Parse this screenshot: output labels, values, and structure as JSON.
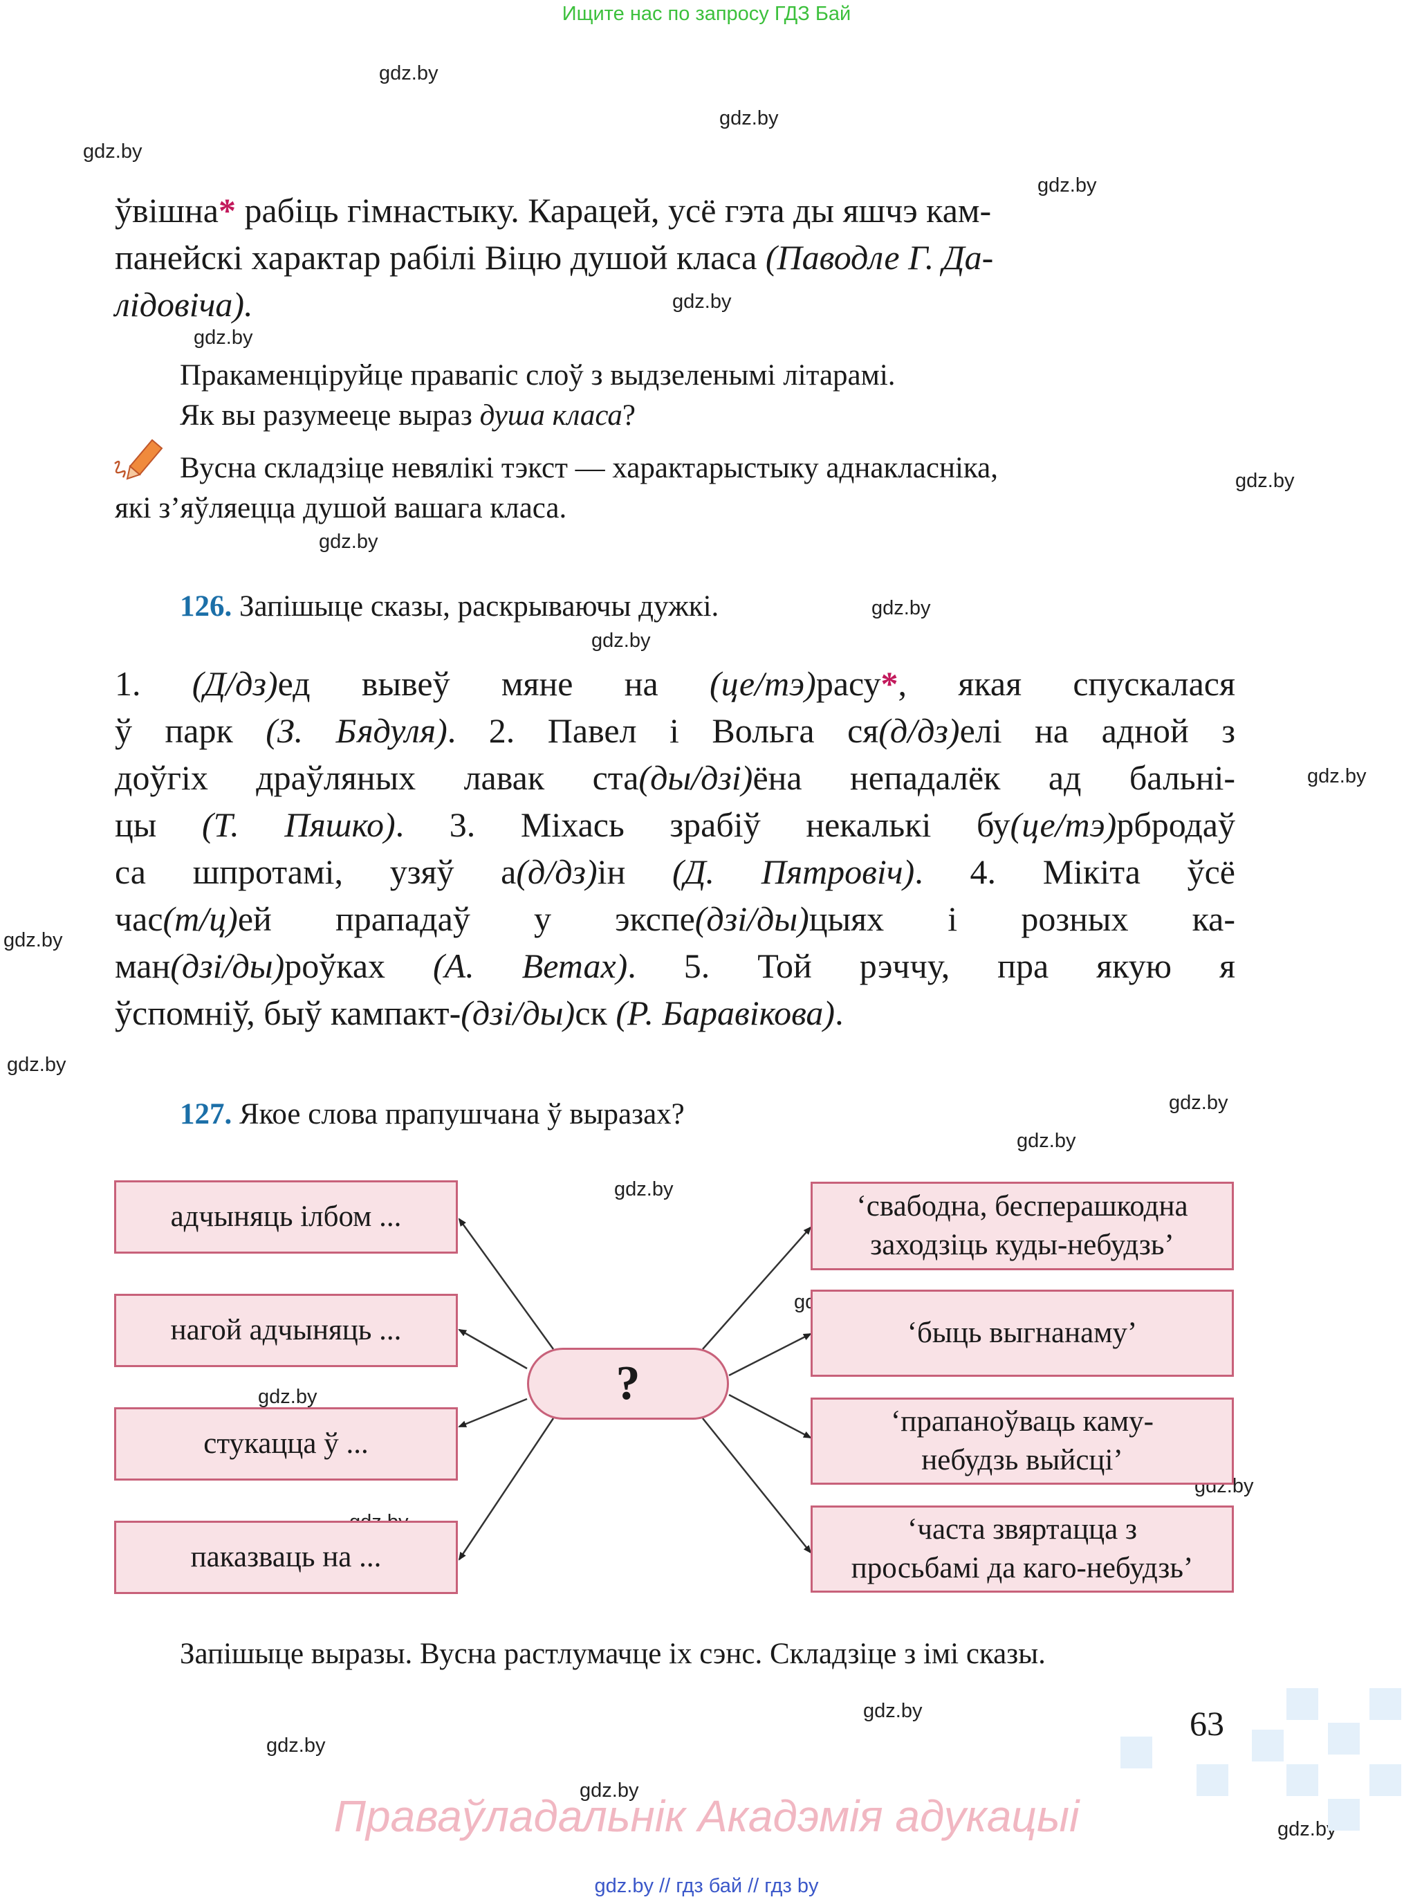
{
  "banner": "Ищите нас по запросу ГДЗ Бай",
  "watermark": "gdz.by",
  "intro": {
    "line1_a": "ўвішна",
    "star": "*",
    "line1_b": " рабіць гімнастыку. Карацей, усё гэта ды яшчэ кам-",
    "line2_a": "панейскі характар рабілі Віцю душой класа ",
    "line2_b": "(Паводле Г. Да-",
    "line3": "лідовіча).",
    "task1": "Пракаменціруйце правапіс слоў з выдзеленымі літарамі.",
    "task2_a": "Як вы разумееце выраз ",
    "task2_b": "душа класа",
    "task2_c": "?",
    "task3_line1": "Вусна складзіце невялікі тэкст — характарыстыку аднакласніка,",
    "task3_line2": "які з’яўляецца душой вашага класа."
  },
  "ex126": {
    "number": "126.",
    "instruction": " Запішыце сказы, раскрываючы дужкі.",
    "lines": [
      [
        {
          "t": "1. "
        },
        {
          "t": "(Д/дз)",
          "i": true
        },
        {
          "t": "ед вывеў мяне на "
        },
        {
          "t": "(це/тэ)",
          "i": true
        },
        {
          "t": "расу"
        },
        {
          "t": "*",
          "s": true
        },
        {
          "t": ", якая спускалася"
        }
      ],
      [
        {
          "t": "ў парк "
        },
        {
          "t": "(З. Бядуля)",
          "i": true
        },
        {
          "t": ". 2. Павел і Вольга ся"
        },
        {
          "t": "(д/дз)",
          "i": true
        },
        {
          "t": "елі на адной з"
        }
      ],
      [
        {
          "t": "доўгіх драўляных лавак ста"
        },
        {
          "t": "(ды/дзі)",
          "i": true
        },
        {
          "t": "ёна непадалёк ад бальні-"
        }
      ],
      [
        {
          "t": "цы "
        },
        {
          "t": "(Т. Пяшко)",
          "i": true
        },
        {
          "t": ". 3. Міхась зрабіў некалькі бу"
        },
        {
          "t": "(це/тэ)",
          "i": true
        },
        {
          "t": "рбродаў"
        }
      ],
      [
        {
          "t": "са шпротамі, узяў а"
        },
        {
          "t": "(д/дз)",
          "i": true
        },
        {
          "t": "ін "
        },
        {
          "t": "(Д. Пятровіч)",
          "i": true
        },
        {
          "t": ". 4. Мікіта ўсё"
        }
      ],
      [
        {
          "t": "час"
        },
        {
          "t": "(т/ц)",
          "i": true
        },
        {
          "t": "ей прападаў у экспе"
        },
        {
          "t": "(дзі/ды)",
          "i": true
        },
        {
          "t": "цыях і розных ка-"
        }
      ],
      [
        {
          "t": "ман"
        },
        {
          "t": "(дзі/ды)",
          "i": true
        },
        {
          "t": "роўках "
        },
        {
          "t": "(А. Ветах)",
          "i": true
        },
        {
          "t": ". 5. Той рэччу, пра якую я"
        }
      ],
      [
        {
          "t": "ўспомніў, быў кампакт-"
        },
        {
          "t": "(дзі/ды)",
          "i": true
        },
        {
          "t": "ск "
        },
        {
          "t": "(Р. Баравікова)",
          "i": true
        },
        {
          "t": "."
        }
      ]
    ]
  },
  "ex127": {
    "number": "127.",
    "instruction": " Якое слова прапушчана ў выразах?",
    "center": "?",
    "left_boxes": [
      "адчыняць ілбом ...",
      "нагой адчыняць ...",
      "стукацца ў ...",
      "паказваць на ..."
    ],
    "right_boxes": [
      [
        "‘свабодна, бесперашкодна",
        "заходзіць куды-небудзь’"
      ],
      [
        "‘быць выгнанаму’"
      ],
      [
        "‘прапаноўваць каму-",
        "небудзь выйсці’"
      ],
      [
        "‘часта звяртацца з",
        "просьбамі да каго-небудзь’"
      ]
    ],
    "final_task": "Запішыце выразы. Вусна растлумачце іх сэнс. Складзіце з імі сказы."
  },
  "page_number": "63",
  "copyright": "Праваўладальнік Акадэмія адукацыі",
  "footer": "gdz.by  //  гдз бай  //  гдз by"
}
